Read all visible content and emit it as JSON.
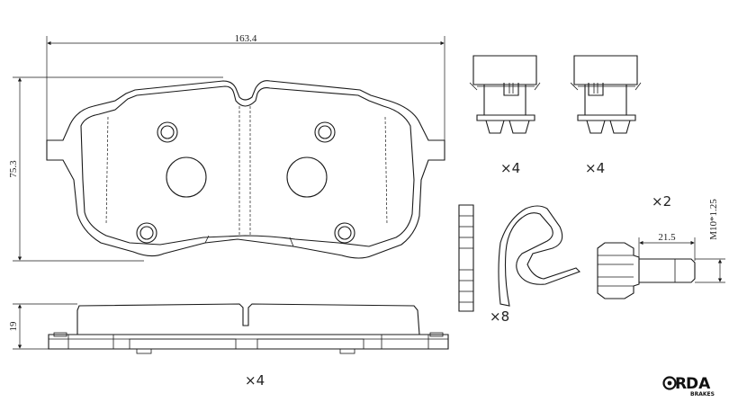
{
  "dimensions": {
    "width": "163.4",
    "height": "75.3",
    "thickness": "19",
    "bolt_length": "21.5",
    "bolt_thread": "M10*1.25"
  },
  "quantities": {
    "pads": "×4",
    "clip_left": "×4",
    "clip_right": "×4",
    "bolts": "×2",
    "spring": "×8"
  },
  "brand": {
    "name_left_glyph": "R",
    "name_rest": "DA",
    "sub": "BRAKES"
  }
}
